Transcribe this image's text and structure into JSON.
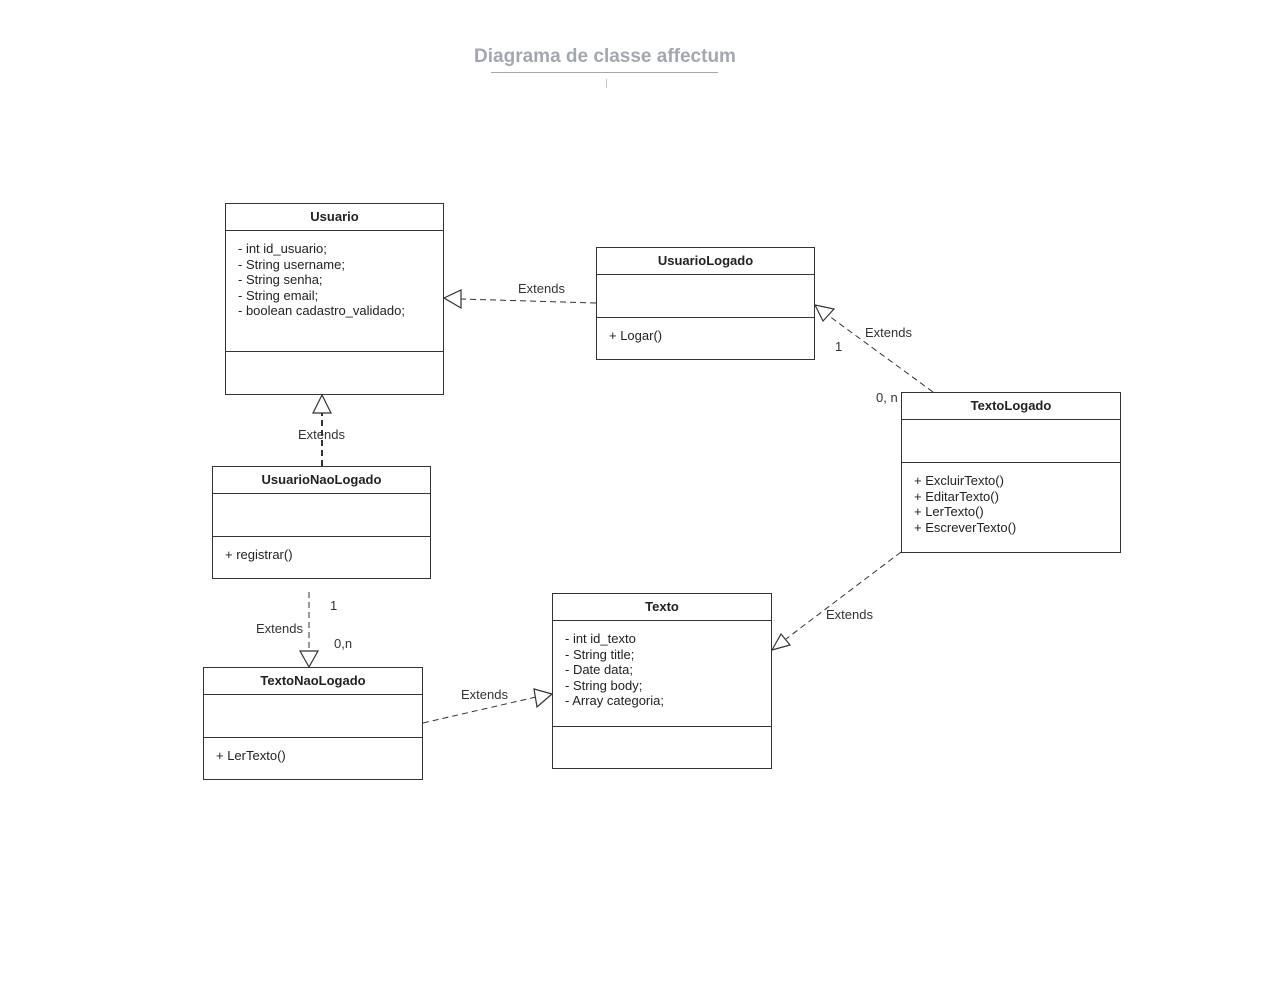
{
  "title": "Diagrama de classe affectum",
  "classes": {
    "usuario": {
      "name": "Usuario",
      "attributes": [
        "- int id_usuario;",
        "- String username;",
        "- String senha;",
        "- String email;",
        "- boolean cadastro_validado;"
      ],
      "methods": []
    },
    "usuario_logado": {
      "name": "UsuarioLogado",
      "attributes": [],
      "methods": [
        "+ Logar()"
      ]
    },
    "usuario_nao_logado": {
      "name": "UsuarioNaoLogado",
      "attributes": [],
      "methods": [
        "+ registrar()"
      ]
    },
    "texto_logado": {
      "name": "TextoLogado",
      "attributes": [],
      "methods": [
        "+ ExcluirTexto()",
        "+ EditarTexto()",
        "+ LerTexto()",
        "+ EscreverTexto()"
      ]
    },
    "texto": {
      "name": "Texto",
      "attributes": [
        "- int id_texto",
        "- String title;",
        "- Date data;",
        "- String body;",
        "- Array categoria;"
      ],
      "methods": []
    },
    "texto_nao_logado": {
      "name": "TextoNaoLogado",
      "attributes": [],
      "methods": [
        "+ LerTexto()"
      ]
    }
  },
  "relations": {
    "usuariologado_usuario": {
      "label": "Extends"
    },
    "usuarionaologado_usuario": {
      "label": "Extends"
    },
    "textologado_usuariologado": {
      "label": "Extends",
      "source_mult": "0, n",
      "target_mult": "1"
    },
    "textologado_texto": {
      "label": "Extends"
    },
    "textonaologado_usuarionaologado": {
      "label": "Extends",
      "source_mult": "0,n",
      "target_mult": "1"
    },
    "textonaologado_texto": {
      "label": "Extends"
    }
  }
}
